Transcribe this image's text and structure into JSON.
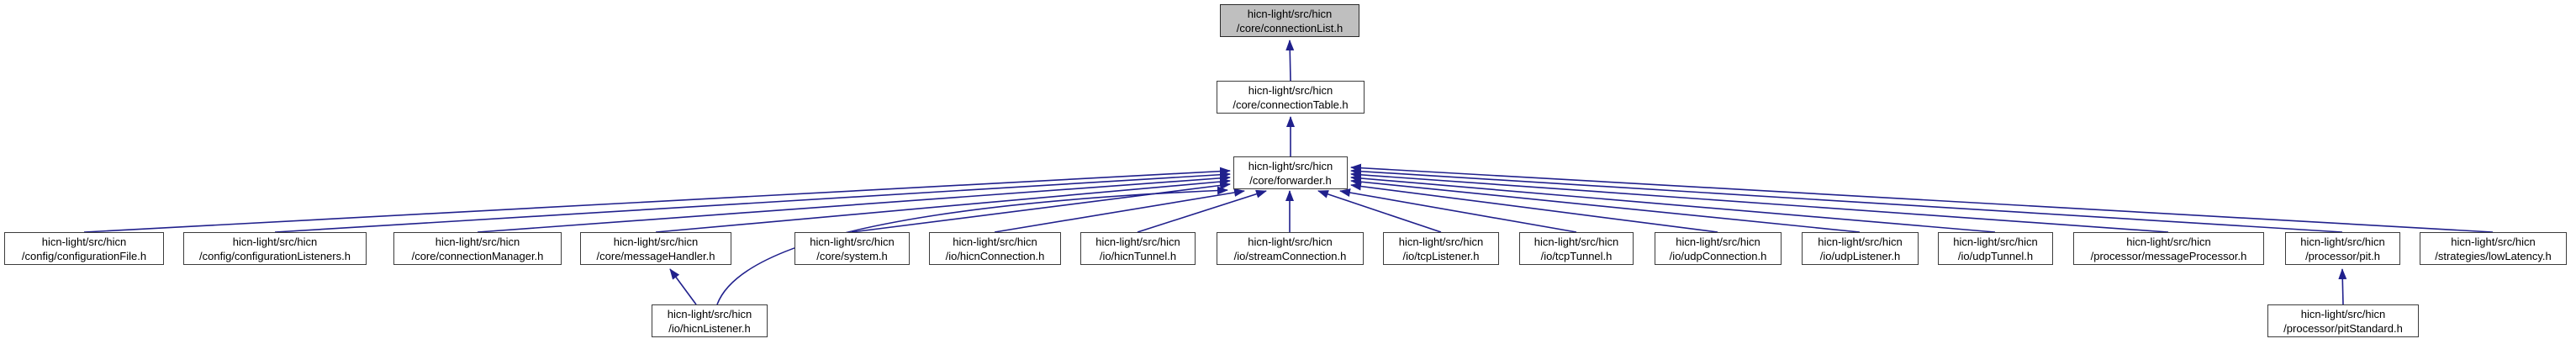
{
  "diagram": {
    "accent_color": "#20208c",
    "highlight_fill": "#bfbfbf",
    "nodes": [
      {
        "line1": "hicn-light/src/hicn",
        "line2": "/core/connectionList.h",
        "highlighted": true
      },
      {
        "line1": "hicn-light/src/hicn",
        "line2": "/core/connectionTable.h",
        "highlighted": false
      },
      {
        "line1": "hicn-light/src/hicn",
        "line2": "/core/forwarder.h",
        "highlighted": false
      },
      {
        "line1": "hicn-light/src/hicn",
        "line2": "/config/configurationFile.h",
        "highlighted": false
      },
      {
        "line1": "hicn-light/src/hicn",
        "line2": "/config/configurationListeners.h",
        "highlighted": false
      },
      {
        "line1": "hicn-light/src/hicn",
        "line2": "/core/connectionManager.h",
        "highlighted": false
      },
      {
        "line1": "hicn-light/src/hicn",
        "line2": "/core/messageHandler.h",
        "highlighted": false
      },
      {
        "line1": "hicn-light/src/hicn",
        "line2": "/core/system.h",
        "highlighted": false
      },
      {
        "line1": "hicn-light/src/hicn",
        "line2": "/io/hicnConnection.h",
        "highlighted": false
      },
      {
        "line1": "hicn-light/src/hicn",
        "line2": "/io/hicnTunnel.h",
        "highlighted": false
      },
      {
        "line1": "hicn-light/src/hicn",
        "line2": "/io/streamConnection.h",
        "highlighted": false
      },
      {
        "line1": "hicn-light/src/hicn",
        "line2": "/io/tcpListener.h",
        "highlighted": false
      },
      {
        "line1": "hicn-light/src/hicn",
        "line2": "/io/tcpTunnel.h",
        "highlighted": false
      },
      {
        "line1": "hicn-light/src/hicn",
        "line2": "/io/udpConnection.h",
        "highlighted": false
      },
      {
        "line1": "hicn-light/src/hicn",
        "line2": "/io/udpListener.h",
        "highlighted": false
      },
      {
        "line1": "hicn-light/src/hicn",
        "line2": "/io/udpTunnel.h",
        "highlighted": false
      },
      {
        "line1": "hicn-light/src/hicn",
        "line2": "/processor/messageProcessor.h",
        "highlighted": false
      },
      {
        "line1": "hicn-light/src/hicn",
        "line2": "/processor/pit.h",
        "highlighted": false
      },
      {
        "line1": "hicn-light/src/hicn",
        "line2": "/strategies/lowLatency.h",
        "highlighted": false
      },
      {
        "line1": "hicn-light/src/hicn",
        "line2": "/io/hicnListener.h",
        "highlighted": false
      },
      {
        "line1": "hicn-light/src/hicn",
        "line2": "/processor/pitStandard.h",
        "highlighted": false
      }
    ]
  }
}
